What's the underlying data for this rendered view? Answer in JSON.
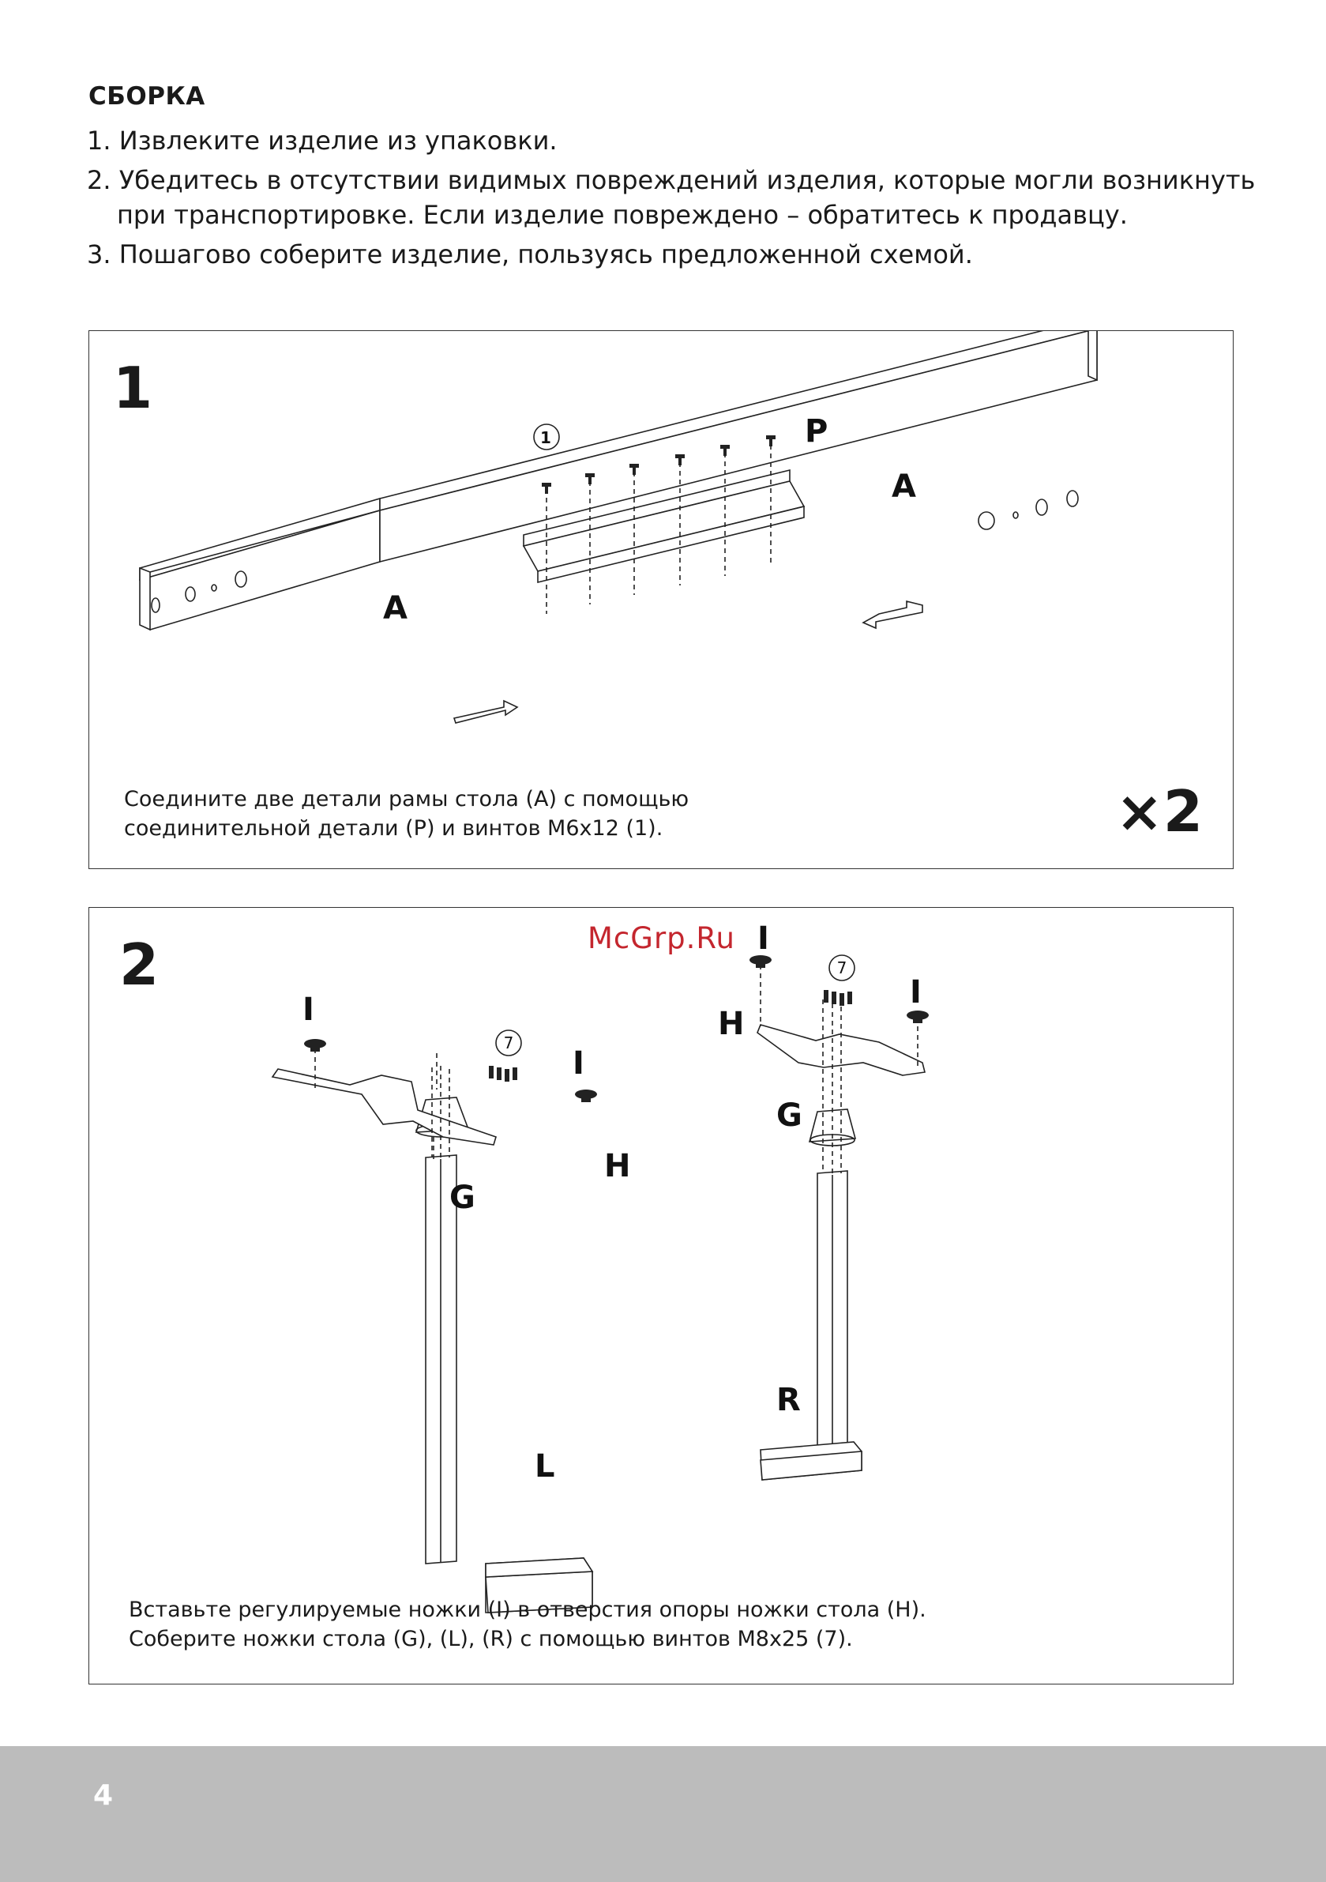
{
  "title": "СБОРКА",
  "steps": [
    {
      "num": "1.",
      "text": "Извлеките изделие из упаковки."
    },
    {
      "num": "2.",
      "text": "Убедитесь в отсутствии видимых повреждений изделия, которые могли возникнуть",
      "cont": "при транспортировке. Если изделие повреждено – обратитесь к продавцу."
    },
    {
      "num": "3.",
      "text": "Пошагово соберите изделие, пользуясь предложенной схемой."
    }
  ],
  "panel1": {
    "number": "1",
    "caption_line1": "Соедините две детали рамы стола (A) с помощью",
    "caption_line2": "соединительной детали (P) и винтов М6х12 (1).",
    "multiplier": "×2",
    "labels": {
      "a": "A",
      "p": "P",
      "screw": "1"
    }
  },
  "panel2": {
    "number": "2",
    "caption_line1": "Вставьте регулируемые ножки (I) в отверстия опоры ножки стола (H).",
    "caption_line2": "Соберите ножки стола (G), (L), (R) с помощью винтов М8х25 (7).",
    "labels": {
      "i": "I",
      "h": "H",
      "g": "G",
      "l": "L",
      "r": "R",
      "screw": "7"
    }
  },
  "watermark": "McGrp.Ru",
  "page_number": "4"
}
